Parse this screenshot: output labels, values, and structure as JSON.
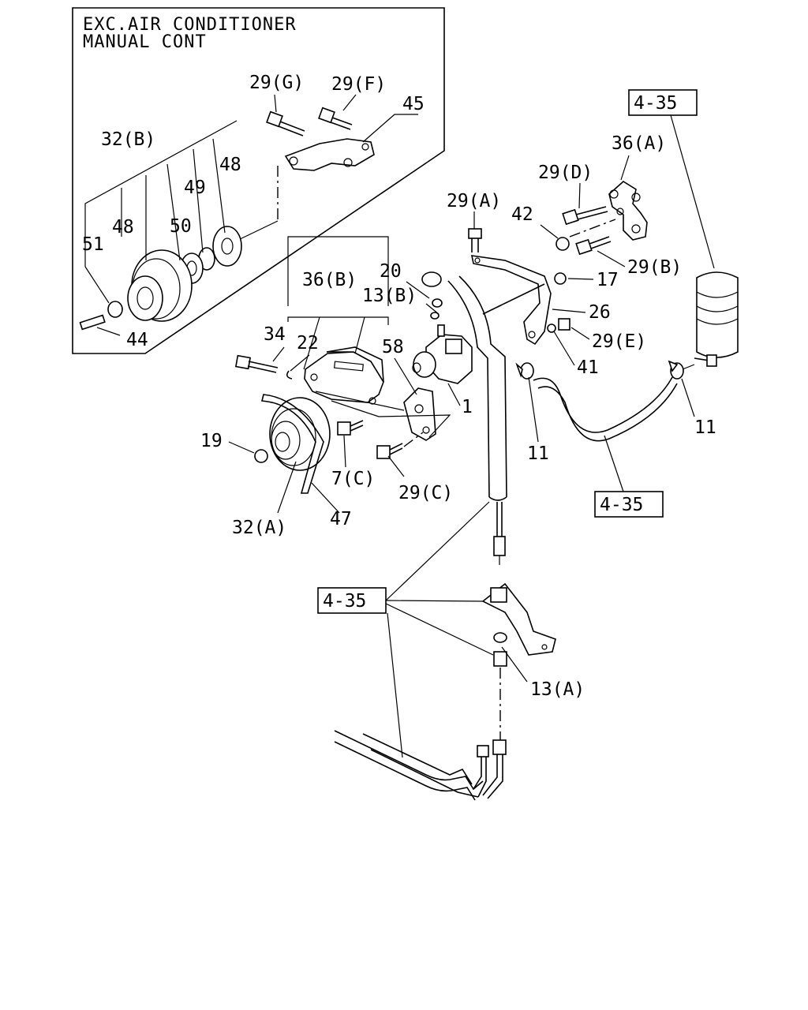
{
  "inset_note": {
    "line1": "EXC.AIR CONDITIONER",
    "line2": "MANUAL CONT"
  },
  "refs": {
    "top": "4-35",
    "mid": "4-35",
    "bottom": "4-35"
  },
  "labels": {
    "p29g": "29(G)",
    "p29f": "29(F)",
    "p45": "45",
    "p32b": "32(B)",
    "p48a": "48",
    "p49": "49",
    "p48b": "48",
    "p50": "50",
    "p51": "51",
    "p44": "44",
    "p36a": "36(A)",
    "p29d": "29(D)",
    "p29a": "29(A)",
    "p42": "42",
    "p29b": "29(B)",
    "p17": "17",
    "p26": "26",
    "p29e": "29(E)",
    "p41": "41",
    "p11a": "11",
    "p11b": "11",
    "p36b": "36(B)",
    "p20": "20",
    "p13b": "13(B)",
    "p34": "34",
    "p22": "22",
    "p58": "58",
    "p1": "1",
    "p19": "19",
    "p7c": "7(C)",
    "p29c": "29(C)",
    "p32a": "32(A)",
    "p47": "47",
    "p13a": "13(A)"
  }
}
